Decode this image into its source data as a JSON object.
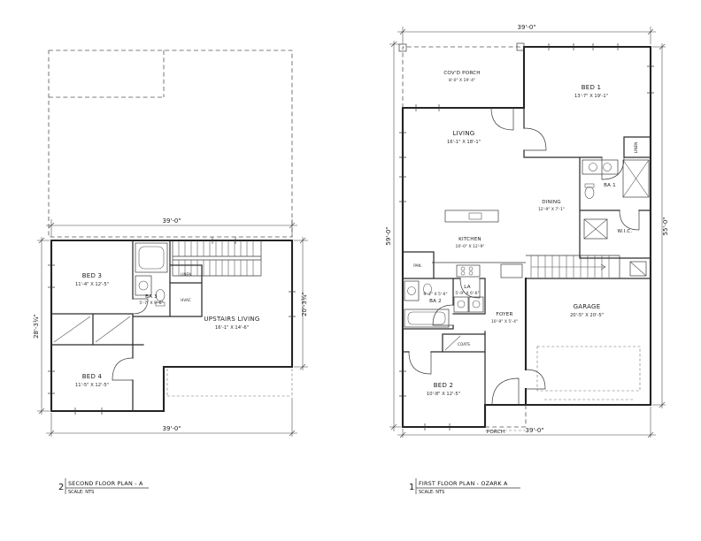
{
  "colors": {
    "line": "#232323",
    "background": "#ffffff"
  },
  "plans": {
    "second": {
      "sheet_number": "2",
      "title": "SECOND FLOOR PLAN - A",
      "scale": "SCALE: NTS",
      "dim_top": "39'-0\"",
      "dim_bottom": "39'-0\"",
      "dim_left": "28'-3¾\"",
      "dim_right": "20'-3¾\"",
      "rooms": {
        "bed3": {
          "name": "BED 3",
          "size": "11'-4\" X 12'-5\""
        },
        "ba3": {
          "name": "BA 3",
          "size": "5'-7\" X 9'-6\""
        },
        "upstairs_living": {
          "name": "UPSTAIRS LIVING",
          "size": "16'-1\" X 14'-6\""
        },
        "bed4": {
          "name": "BED 4",
          "size": "11'-5\" X 12'-5\""
        },
        "hvac": {
          "name": "HVAC"
        },
        "linen": {
          "name": "LINEN"
        }
      }
    },
    "first": {
      "sheet_number": "1",
      "title": "FIRST FLOOR PLAN - OZARK A",
      "scale": "SCALE: NTS",
      "dim_top": "39'-0\"",
      "dim_bottom": "39'-0\"",
      "dim_left": "59'-0\"",
      "dim_right": "55'-0\"",
      "rooms": {
        "covd_porch": {
          "name": "COV'D PORCH",
          "size": "8'-0\" X 19'-4\""
        },
        "bed1": {
          "name": "BED 1",
          "size": "13'-7\" X 19'-1\""
        },
        "living": {
          "name": "LIVING",
          "size": "16'-1\" X 18'-1\""
        },
        "ba1": {
          "name": "BA 1"
        },
        "dining": {
          "name": "DINING",
          "size": "12'-9\" X 7'-1\""
        },
        "wic": {
          "name": "W.I.C."
        },
        "kitchen": {
          "name": "KITCHEN",
          "size": "10'-0\" X 12'-9\""
        },
        "pan": {
          "name": "PAN."
        },
        "ba2": {
          "name": "BA 2",
          "size": "9'-2\" X 5'-6\""
        },
        "la": {
          "name": "LA",
          "size": "5'-9\" X 6'-6\""
        },
        "foyer": {
          "name": "FOYER",
          "size": "10'-9\" X 5'-4\""
        },
        "garage": {
          "name": "GARAGE",
          "size": "20'-5\" X 20'-5\""
        },
        "coats": {
          "name": "COATS"
        },
        "bed2": {
          "name": "BED 2",
          "size": "10'-8\" X 12'-5\""
        },
        "porch": {
          "name": "PORCH"
        },
        "linen": {
          "name": "LINEN"
        }
      }
    }
  }
}
